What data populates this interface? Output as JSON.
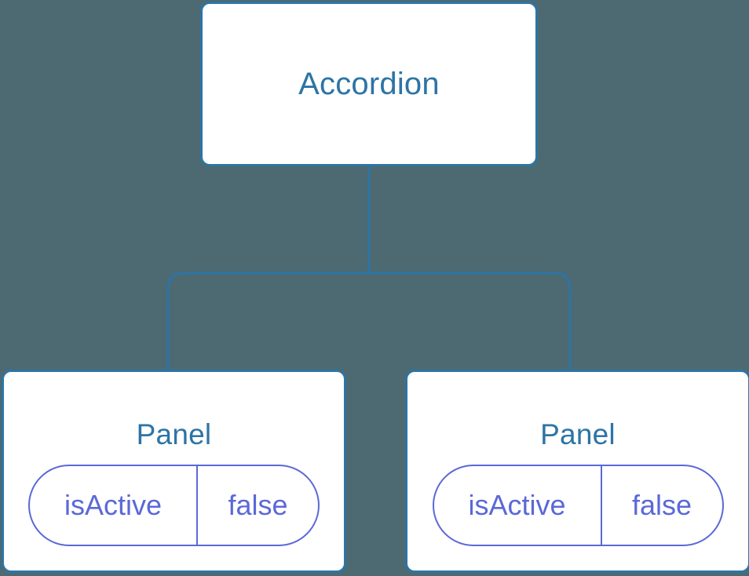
{
  "diagram": {
    "type": "component-tree",
    "background_color": "#4d6a72",
    "node_border_color": "#2d74a5",
    "node_fill_color": "#ffffff",
    "title_color": "#2d74a5",
    "state_color": "#5b68d8",
    "edge_color": "#2d74a5",
    "nodes": [
      {
        "id": "accordion",
        "title": "Accordion",
        "state": null
      },
      {
        "id": "panel-0",
        "title": "Panel",
        "state": {
          "key": "isActive",
          "value": "false"
        }
      },
      {
        "id": "panel-1",
        "title": "Panel",
        "state": {
          "key": "isActive",
          "value": "false"
        }
      }
    ],
    "edges": [
      {
        "from": "accordion",
        "to": "panel-0"
      },
      {
        "from": "accordion",
        "to": "panel-1"
      }
    ]
  }
}
